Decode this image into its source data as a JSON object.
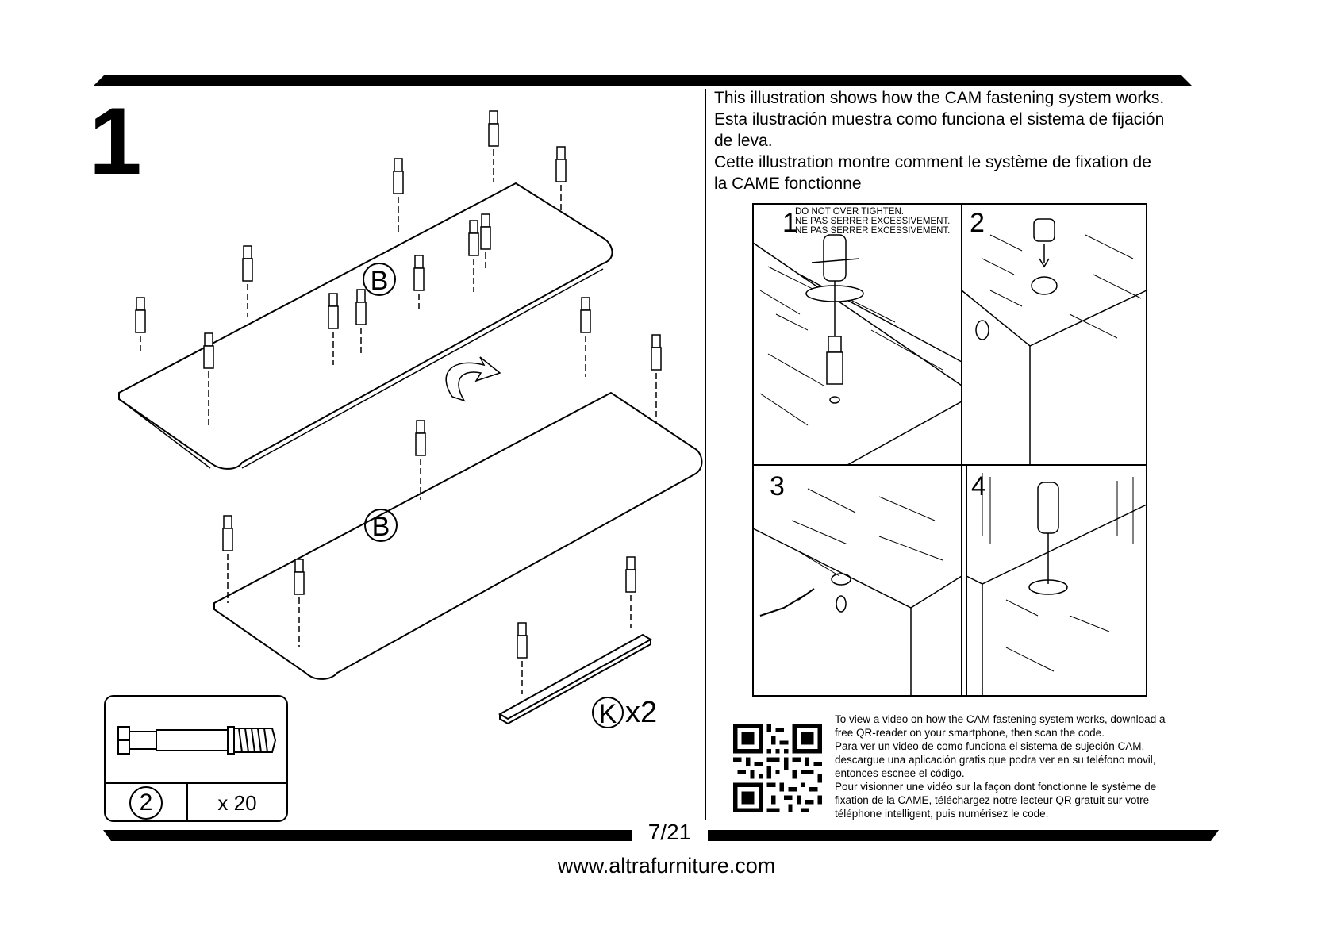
{
  "step_number": "1",
  "instructions": {
    "lines": [
      "This illustration shows how the CAM fastening system works.",
      "Esta ilustración muestra como funciona el sistema de fijación",
      "de leva.",
      "Cette illustration montre comment le système de fixation de",
      "la CAME fonctionne"
    ]
  },
  "cam_panels": {
    "panel1": {
      "label": "1",
      "warnings": [
        "DO NOT OVER TIGHTEN.",
        "NE PAS SERRER EXCESSIVEMENT.",
        "NE PAS SERRER EXCESSIVEMENT."
      ]
    },
    "panel2": {
      "label": "2"
    },
    "panel3": {
      "label": "3"
    },
    "panel4": {
      "label": "4"
    }
  },
  "video_text": {
    "lines": [
      "To view a video on how the CAM fastening system works, download a",
      "free QR-reader on your smartphone, then scan the code.",
      "Para ver un video de como funciona el sistema de sujeción CAM,",
      "descargue una aplicación gratis que podra ver en su teléfono movil,",
      "entonces escnee el código.",
      "Pour visionner une vidéo sur la façon dont fonctionne le système de",
      "fixation de la CAME, téléchargez notre lecteur QR gratuit sur votre",
      "téléphone intelligent, puis numérisez le code."
    ]
  },
  "assembly": {
    "board_label_top": "B",
    "board_label_bottom": "B",
    "rail_label": "K",
    "rail_quantity": "x2"
  },
  "parts": {
    "part_id": "2",
    "quantity": "x 20"
  },
  "footer": {
    "page": "7/21",
    "website": "www.altrafurniture.com"
  }
}
